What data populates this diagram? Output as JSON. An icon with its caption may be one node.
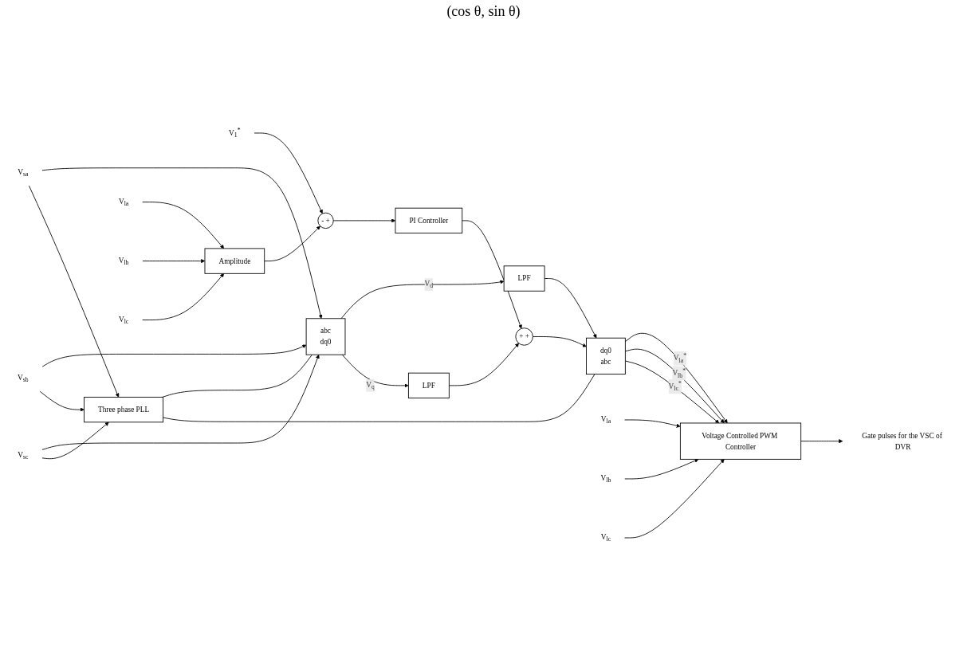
{
  "diagram": {
    "nodes": [
      {
        "text": [
          "abc",
          "dq0"
        ]
      },
      {
        "text": [
          "LPF"
        ]
      },
      {
        "text": [
          "LPF"
        ]
      },
      {
        "text": [
          "+ +"
        ]
      },
      {
        "text": [
          "dq0",
          "abc"
        ]
      },
      {
        "text": [
          "Three phase PLL"
        ]
      },
      {
        "text": [
          "PI Controller"
        ]
      },
      {
        "text": [
          "Amplitude"
        ]
      },
      {
        "text": [
          "- +"
        ]
      },
      {
        "text": [
          "Voltage Controlled PWM Controller"
        ]
      },
      {
        "text": [
          "V$_{sa}$"
        ]
      },
      {
        "text": [
          "V$_{sb}$"
        ]
      },
      {
        "text": [
          "V$_{sc}$"
        ]
      },
      {
        "text": [
          "V$_{la}$"
        ]
      },
      {
        "text": [
          "V$_{lb}$"
        ]
      },
      {
        "text": [
          "V$_{lc}$"
        ]
      },
      {
        "text": [
          "V$_{1}$$^{*}$"
        ]
      },
      {
        "text": [
          "V$_{la}$"
        ]
      },
      {
        "text": [
          "V$_{lb}$"
        ]
      },
      {
        "text": [
          "V$_{lc}$"
        ]
      },
      {
        "text": [
          "Gate pulses for the VSC of DVR"
        ]
      }
    ],
    "edges": [
      {
        "from": 10,
        "to": 0,
        "arrow": "to"
      },
      {
        "from": 11,
        "to": 0,
        "arrow": "to"
      },
      {
        "from": 12,
        "to": 0,
        "arrow": "to"
      },
      {
        "from": 10,
        "to": 5,
        "arrow": "to"
      },
      {
        "from": 11,
        "to": 5,
        "arrow": "to"
      },
      {
        "from": 12,
        "to": 5,
        "arrow": "to"
      },
      {
        "from": 0,
        "to": 1,
        "label": "V$_{d}$",
        "arrow": "to"
      },
      {
        "from": 0,
        "to": 2,
        "label": "V$_{q}$",
        "arrow": "to"
      },
      {
        "from": 1,
        "to": 4,
        "arrow": "to"
      },
      {
        "from": 2,
        "to": 3,
        "arrow": "to"
      },
      {
        "from": 3,
        "to": 4,
        "arrow": "to"
      },
      {
        "from": 5,
        "to": 0,
        "arrow": "none"
      },
      {
        "from": 5,
        "to": 4,
        "arrow": "none"
      },
      {
        "from": 6,
        "to": 3,
        "arrow": "to"
      },
      {
        "from": 13,
        "to": 7,
        "arrow": "to"
      },
      {
        "from": 14,
        "to": 7,
        "arrow": "to"
      },
      {
        "from": 15,
        "to": 7,
        "arrow": "to"
      },
      {
        "from": 7,
        "to": 8,
        "arrow": "to"
      },
      {
        "from": 16,
        "to": 8,
        "arrow": "to"
      },
      {
        "from": 8,
        "to": 6,
        "arrow": "to"
      },
      {
        "from": 4,
        "to": 9,
        "label": "V$_{la}$$^{*}$",
        "arrow": "to"
      },
      {
        "from": 4,
        "to": 9,
        "label": "V$_{lb}$$^{*}$",
        "arrow": "to"
      },
      {
        "from": 4,
        "to": 9,
        "label": "V$_{lc}$$^{*}$",
        "arrow": "to"
      },
      {
        "from": 17,
        "to": 9,
        "arrow": "to"
      },
      {
        "from": 18,
        "to": 9,
        "arrow": "to"
      },
      {
        "from": 19,
        "to": 9,
        "arrow": "to"
      },
      {
        "from": 9,
        "to": 20,
        "arrow": "to"
      }
    ],
    "labels": [
      "(cos θ, sin θ)"
    ]
  }
}
